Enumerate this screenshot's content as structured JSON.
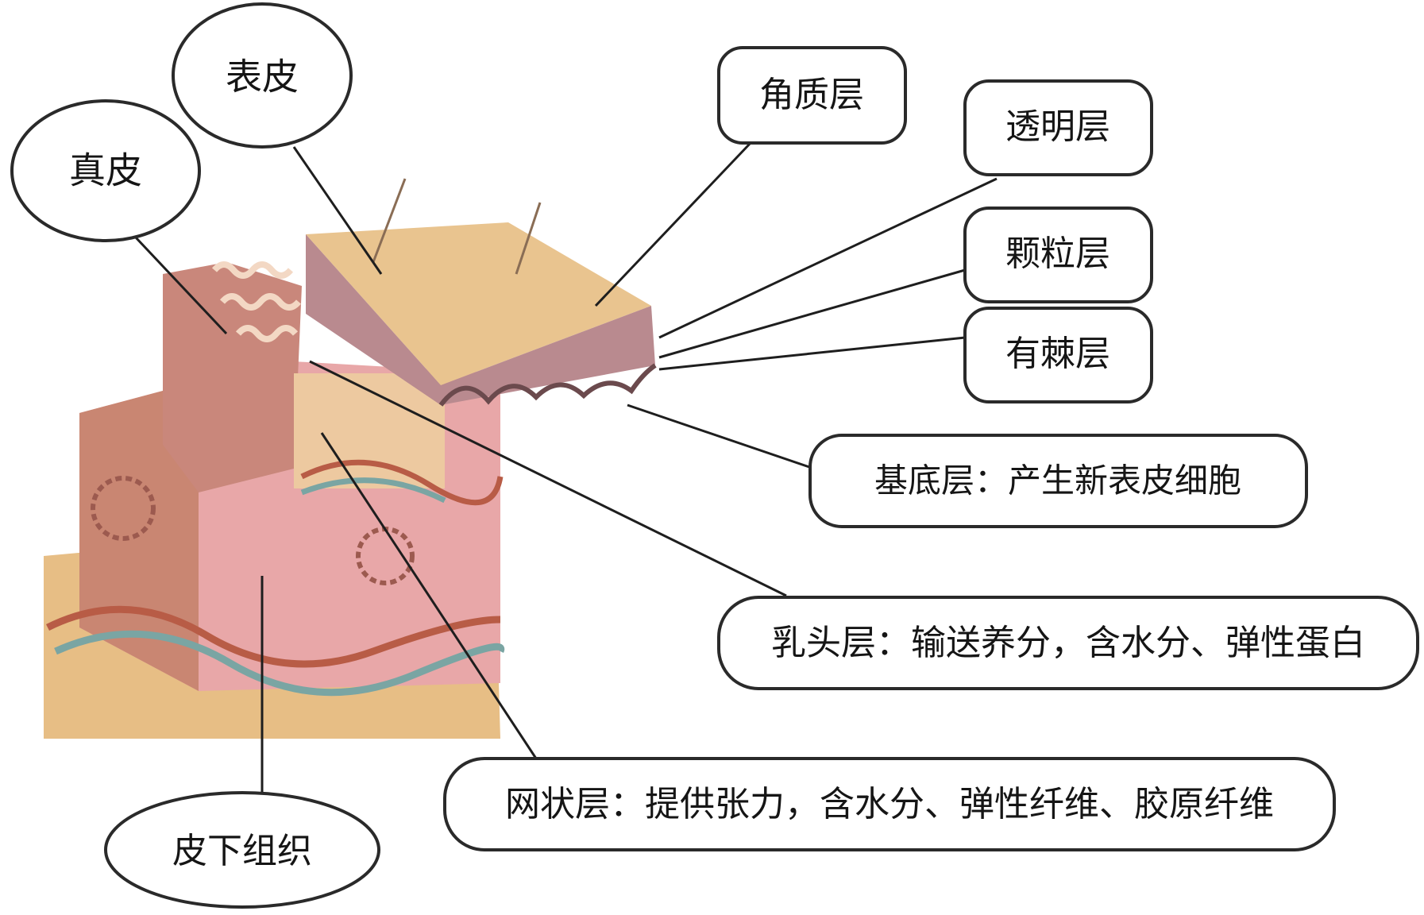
{
  "labels": {
    "epidermis": "表皮",
    "dermis": "真皮",
    "stratum_corneum": "角质层",
    "stratum_lucidum": "透明层",
    "stratum_granulosum": "颗粒层",
    "stratum_spinosum": "有棘层",
    "stratum_basale": "基底层：产生新表皮细胞",
    "papillary_layer": "乳头层：输送养分，含水分、弹性蛋白",
    "reticular_layer": "网状层：提供张力，含水分、弹性纤维、胶原纤维",
    "subcutaneous": "皮下组织"
  },
  "colors": {
    "skin_surface": "#e9c48f",
    "epidermis_side": "#b98a8f",
    "dermis_pink": "#e8a7a8",
    "dermis_dark": "#c98672",
    "fat_tissue": "#e7be85",
    "vessel_red": "#b85c46",
    "vessel_blue": "#7aa5a3"
  },
  "illustration": "skin-cross-section"
}
